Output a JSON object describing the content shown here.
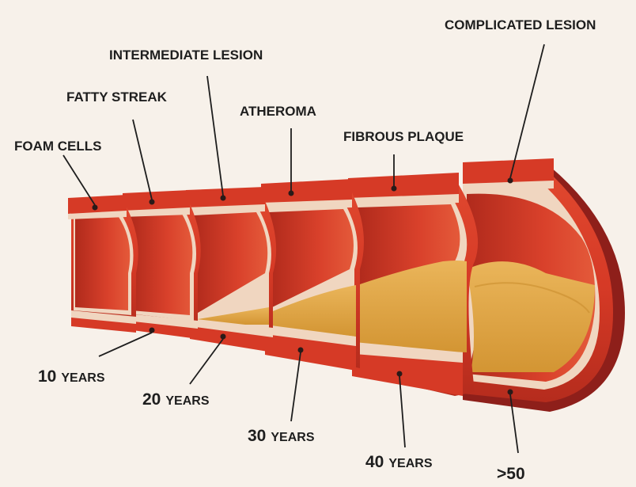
{
  "stages": [
    {
      "id": "foam-cells",
      "label": "FOAM CELLS"
    },
    {
      "id": "fatty-streak",
      "label": "FATTY STREAK"
    },
    {
      "id": "intermediate-lesion",
      "label": "INTERMEDIATE LESION"
    },
    {
      "id": "atheroma",
      "label": "ATHEROMA"
    },
    {
      "id": "fibrous-plaque",
      "label": "FIBROUS PLAQUE"
    },
    {
      "id": "complicated-lesion",
      "label": "COMPLICATED LESION"
    }
  ],
  "ages": [
    {
      "number": "10",
      "unit": "YEARS"
    },
    {
      "number": "20",
      "unit": "YEARS"
    },
    {
      "number": "30",
      "unit": "YEARS"
    },
    {
      "number": "40",
      "unit": "YEARS"
    },
    {
      "number": ">50",
      "unit": ""
    }
  ],
  "colors": {
    "background": "#f7f1ea",
    "artery_wall": "#d9412b",
    "artery_wall_dark": "#a9291c",
    "artery_outer": "#8e1f1a",
    "intima": "#f0d6c0",
    "plaque": "#e0a846",
    "plaque_dark": "#c98d2e",
    "text": "#1e1e1e"
  }
}
